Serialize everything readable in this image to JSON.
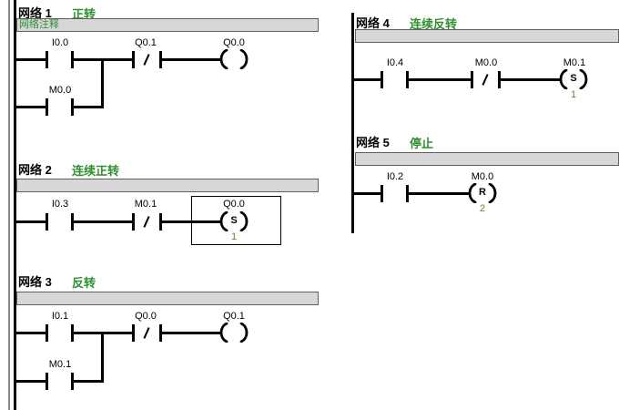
{
  "editor": {
    "type": "ladder-diagram"
  },
  "colors": {
    "title_green": "#2F8F2F",
    "operand_olive": "#7A7A3C",
    "comment_bg": "#D7D7D7",
    "wire": "#000000"
  },
  "networks": [
    {
      "name": "网络 1",
      "title": "正转",
      "comment": "网络注释",
      "contacts": [
        {
          "label": "I0.0",
          "type": "NO"
        },
        {
          "label": "Q0.1",
          "type": "NC"
        }
      ],
      "branch_contact": {
        "label": "M0.0",
        "type": "NO"
      },
      "coil": {
        "label": "Q0.0",
        "symbol": "",
        "operand": ""
      }
    },
    {
      "name": "网络 2",
      "title": "连续正转",
      "comment": "",
      "contacts": [
        {
          "label": "I0.3",
          "type": "NO"
        },
        {
          "label": "M0.1",
          "type": "NC"
        }
      ],
      "coil": {
        "label": "Q0.0",
        "symbol": "S",
        "operand": "1"
      },
      "selected": true
    },
    {
      "name": "网络 3",
      "title": "反转",
      "comment": "",
      "contacts": [
        {
          "label": "I0.1",
          "type": "NO"
        },
        {
          "label": "Q0.0",
          "type": "NC"
        }
      ],
      "branch_contact": {
        "label": "M0.1",
        "type": "NO"
      },
      "coil": {
        "label": "Q0.1",
        "symbol": "",
        "operand": ""
      }
    },
    {
      "name": "网络 4",
      "title": "连续反转",
      "comment": "",
      "contacts": [
        {
          "label": "I0.4",
          "type": "NO"
        },
        {
          "label": "M0.0",
          "type": "NC"
        }
      ],
      "coil": {
        "label": "M0.1",
        "symbol": "S",
        "operand": "1"
      }
    },
    {
      "name": "网络 5",
      "title": "停止",
      "comment": "",
      "contacts": [
        {
          "label": "I0.2",
          "type": "NO"
        }
      ],
      "coil": {
        "label": "M0.0",
        "symbol": "R",
        "operand": "2"
      }
    }
  ]
}
